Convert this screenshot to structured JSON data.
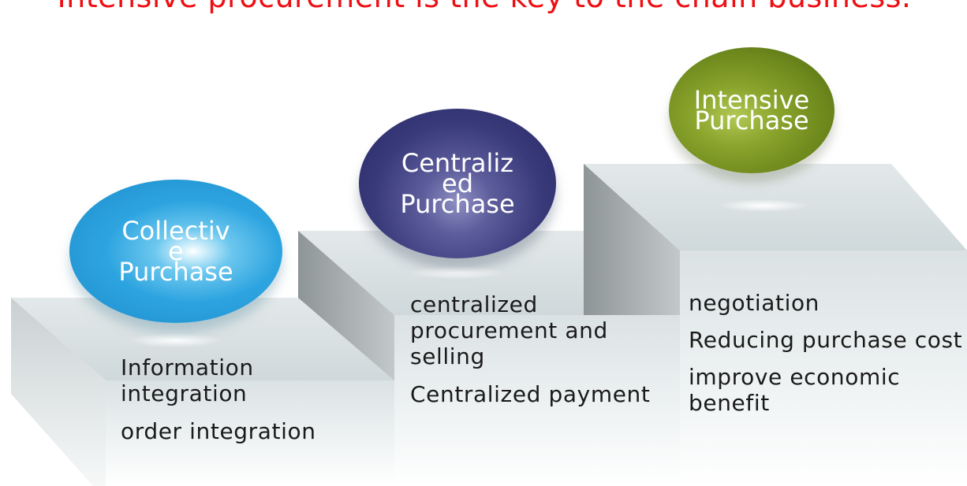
{
  "title": "Intensive procurement is the key to the chain business.",
  "steps": [
    {
      "ball": [
        "Collectiv",
        "e",
        "Purchase"
      ],
      "ball_color": "#2da4e0",
      "points": [
        "Information integration",
        "order integration"
      ]
    },
    {
      "ball": [
        "Centraliz",
        "ed",
        "Purchase"
      ],
      "ball_color": "#393a7a",
      "points": [
        "centralized procurement and selling",
        "Centralized payment"
      ]
    },
    {
      "ball": [
        "Intensive",
        "Purchase"
      ],
      "ball_color": "#6d881c",
      "points": [
        "negotiation",
        "Reducing purchase cost",
        "improve economic benefit"
      ]
    }
  ]
}
